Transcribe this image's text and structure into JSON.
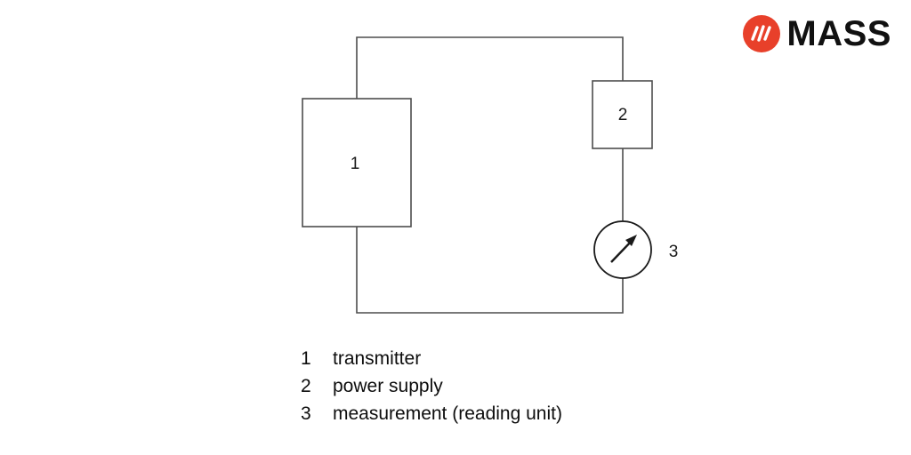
{
  "logo": {
    "text": "MASS",
    "icon_color": "#e8402a"
  },
  "diagram": {
    "component1": {
      "label": "1"
    },
    "component2": {
      "label": "2"
    },
    "component3": {
      "label": "3"
    },
    "line_color": "#4d4d4d"
  },
  "legend": {
    "items": [
      {
        "num": "1",
        "label": "transmitter"
      },
      {
        "num": "2",
        "label": "power supply"
      },
      {
        "num": "3",
        "label": "measurement (reading unit)"
      }
    ]
  }
}
